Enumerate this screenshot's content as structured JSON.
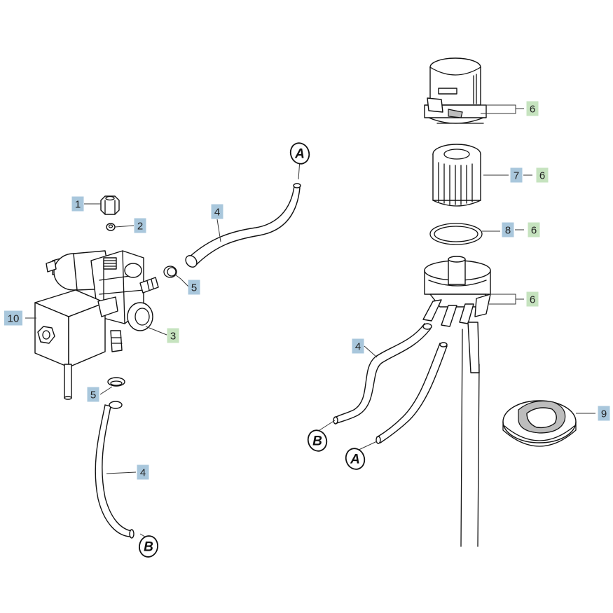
{
  "callouts": [
    {
      "label": "1",
      "color": "blue"
    },
    {
      "label": "2",
      "color": "blue"
    },
    {
      "label": "3",
      "color": "green"
    },
    {
      "label": "4",
      "color": "blue"
    },
    {
      "label": "5",
      "color": "blue"
    },
    {
      "label": "5",
      "color": "blue"
    },
    {
      "label": "4",
      "color": "blue"
    },
    {
      "label": "10",
      "color": "blue"
    },
    {
      "label": "6",
      "color": "green"
    },
    {
      "label": "7",
      "color": "blue"
    },
    {
      "label": "6",
      "color": "green"
    },
    {
      "label": "8",
      "color": "blue"
    },
    {
      "label": "6",
      "color": "green"
    },
    {
      "label": "6",
      "color": "green"
    },
    {
      "label": "4",
      "color": "blue"
    },
    {
      "label": "9",
      "color": "blue"
    }
  ],
  "connectors": [
    {
      "label": "A"
    },
    {
      "label": "B"
    },
    {
      "label": "B"
    },
    {
      "label": "A"
    }
  ],
  "colors": {
    "blue": "#a9c7dc",
    "green": "#c6e3bf",
    "line": "#111111"
  }
}
